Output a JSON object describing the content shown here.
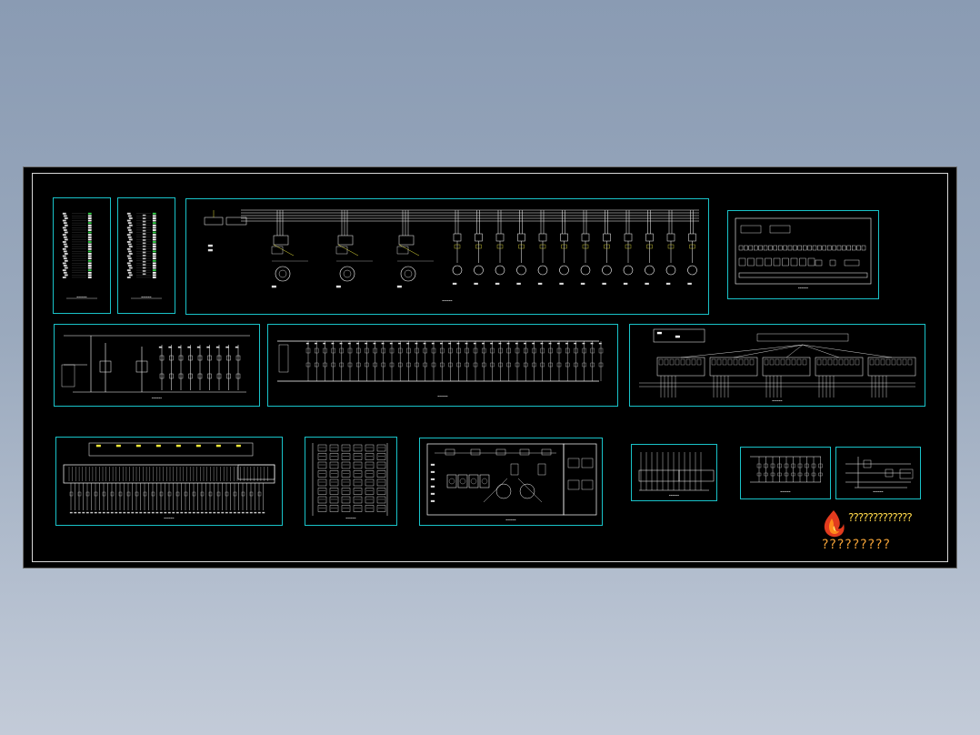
{
  "colors": {
    "background_top": "#8a9bb3",
    "background_bottom": "#c3cbd8",
    "sheet": "#000000",
    "panel_border": "#19c3c9",
    "line_white": "#ffffff",
    "line_green": "#36d44a",
    "line_yellow": "#e8e23a",
    "line_red": "#ff3b30",
    "watermark_text": "#ffd84a",
    "watermark_text2": "#f0a036"
  },
  "panels": [
    {
      "id": "p1",
      "content": "terminal-list-left"
    },
    {
      "id": "p2",
      "content": "terminal-list-right"
    },
    {
      "id": "p3",
      "content": "main-power-circuit"
    },
    {
      "id": "p4",
      "content": "panel-layout-top"
    },
    {
      "id": "p5",
      "content": "control-circuit-left"
    },
    {
      "id": "p6",
      "content": "control-circuit-wide"
    },
    {
      "id": "p7",
      "content": "network-topology"
    },
    {
      "id": "p8",
      "content": "plc-io-wiring"
    },
    {
      "id": "p9",
      "content": "io-grid"
    },
    {
      "id": "p10",
      "content": "cabinet-front-view"
    },
    {
      "id": "p11",
      "content": "terminal-strip-small"
    },
    {
      "id": "p12",
      "content": "control-circuit-small-a"
    },
    {
      "id": "p13",
      "content": "control-circuit-small-b"
    }
  ],
  "watermark": {
    "logo_icon": "flame-logo-icon",
    "line1": "?????????????",
    "line2": "?????????"
  }
}
